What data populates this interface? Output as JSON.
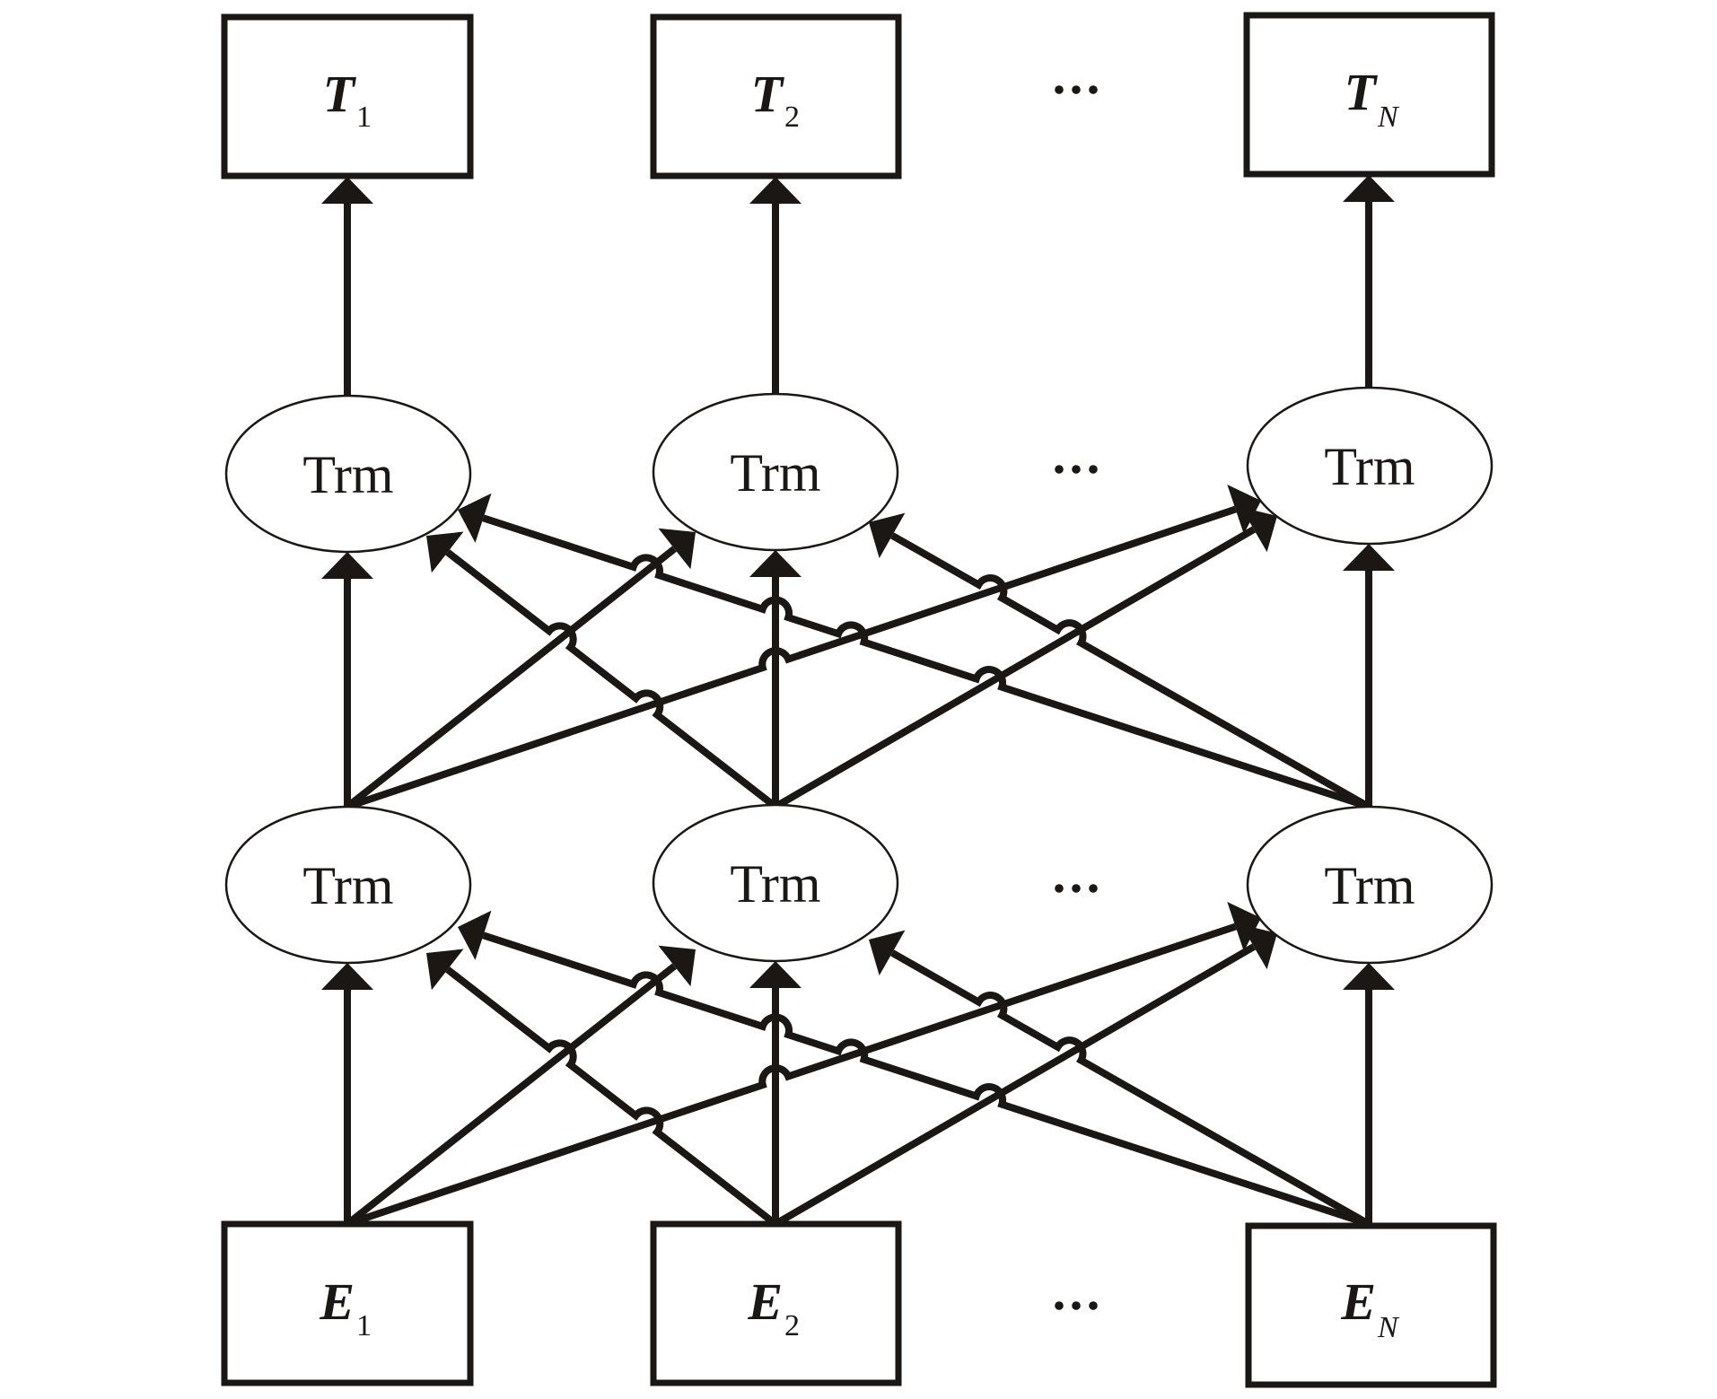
{
  "diagram": {
    "title": "BERT bidirectional Transformer architecture",
    "colors": {
      "stroke": "#1a1714",
      "background": "#ffffff"
    },
    "output_tokens": [
      {
        "symbol": "T",
        "subscript": "1"
      },
      {
        "symbol": "T",
        "subscript": "2"
      },
      {
        "symbol": "T",
        "subscript": "N"
      }
    ],
    "upper_layer": [
      {
        "label": "Trm"
      },
      {
        "label": "Trm"
      },
      {
        "label": "Trm"
      }
    ],
    "lower_layer": [
      {
        "label": "Trm"
      },
      {
        "label": "Trm"
      },
      {
        "label": "Trm"
      }
    ],
    "input_embeddings": [
      {
        "symbol": "E",
        "subscript": "1"
      },
      {
        "symbol": "E",
        "subscript": "2"
      },
      {
        "symbol": "E",
        "subscript": "N"
      }
    ],
    "ellipsis": "…",
    "connections": {
      "input_to_lower": "fully connected (each E_i feeds every lower Trm)",
      "lower_to_upper": "fully connected (each lower Trm feeds every upper Trm)",
      "upper_to_output": "one-to-one (Trm_i feeds T_i)"
    }
  }
}
